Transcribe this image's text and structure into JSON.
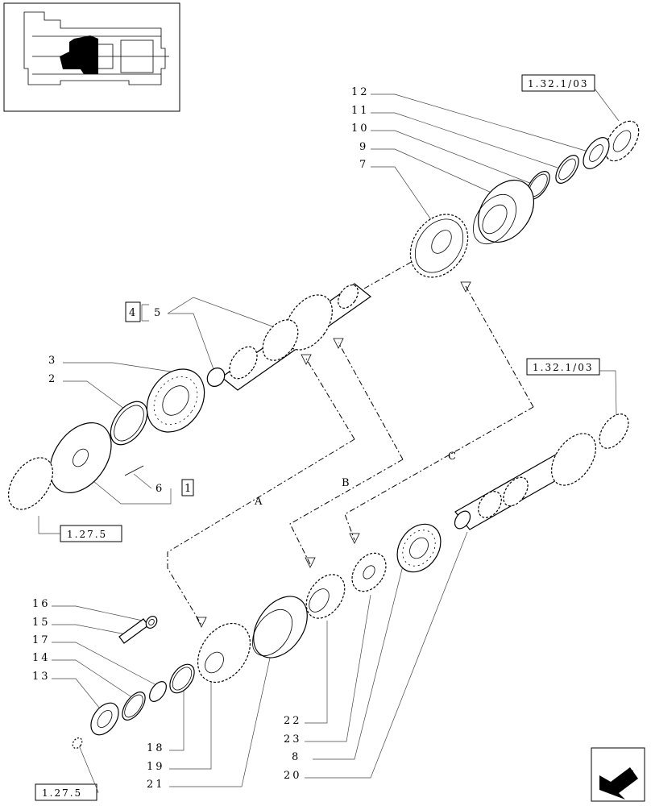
{
  "labels": {
    "l12": "12",
    "l11": "11",
    "l10": "10",
    "l9": "9",
    "l7": "7",
    "l4": "4",
    "l5": "5",
    "l3": "3",
    "l2": "2",
    "l6": "6",
    "l1": "1",
    "l16": "16",
    "l15": "15",
    "l17": "17",
    "l14": "14",
    "l13": "13",
    "l18": "18",
    "l19": "19",
    "l21": "21",
    "l22": "22",
    "l23": "23",
    "l8": "8",
    "l20": "20"
  },
  "refs": {
    "top_right": "1.32.1/03",
    "mid_right": "1.32.1/03",
    "left_mid": "1.27.5",
    "bottom_left": "1.27.5"
  },
  "paths": {
    "a": "A",
    "b": "B",
    "c": "C"
  },
  "icons": {
    "thumbnail": "transmission-section-thumbnail",
    "nav": "arrow-next-page-icon"
  }
}
